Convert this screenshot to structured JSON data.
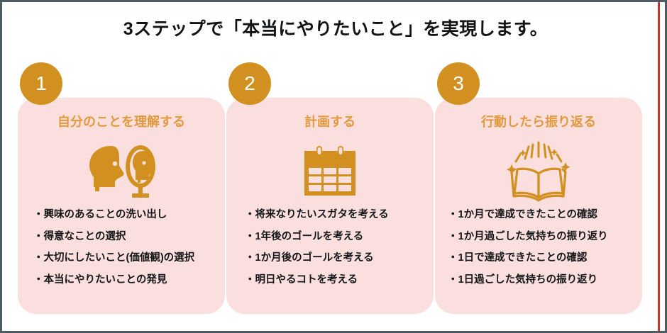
{
  "slide": {
    "title": "3ステップで「本当にやりたいこと」を実現します。",
    "accent_orange": "#d1901f",
    "heading_orange": "#e19a3d",
    "card_pink": "#fbdfdf",
    "border_gray": "#4d5b63",
    "rule_red": "#c8332c",
    "text_dark": "#131517"
  },
  "cards": [
    {
      "number": "1",
      "heading": "自分のことを理解する",
      "icon": "head-and-mirror-icon",
      "bullets": [
        "・興味のあることの洗い出し",
        "・得意なことの選択",
        "・大切にしたいこと(価値観)の選択",
        "・本当にやりたいことの発見"
      ]
    },
    {
      "number": "2",
      "heading": "計画する",
      "icon": "calendar-icon",
      "bullets": [
        "・将来なりたいスガタを考える",
        "・1年後のゴールを考える",
        "・1か月後のゴールを考える",
        "・明日やるコトを考える"
      ]
    },
    {
      "number": "3",
      "heading": "行動したら振り返る",
      "icon": "open-book-sparkle-icon",
      "bullets": [
        "・1か月で達成できたことの確認",
        "・1か月過ごした気持ちの振り返り",
        "・1日で達成できたことの確認",
        "・1日過ごした気持ちの振り返り"
      ]
    }
  ]
}
